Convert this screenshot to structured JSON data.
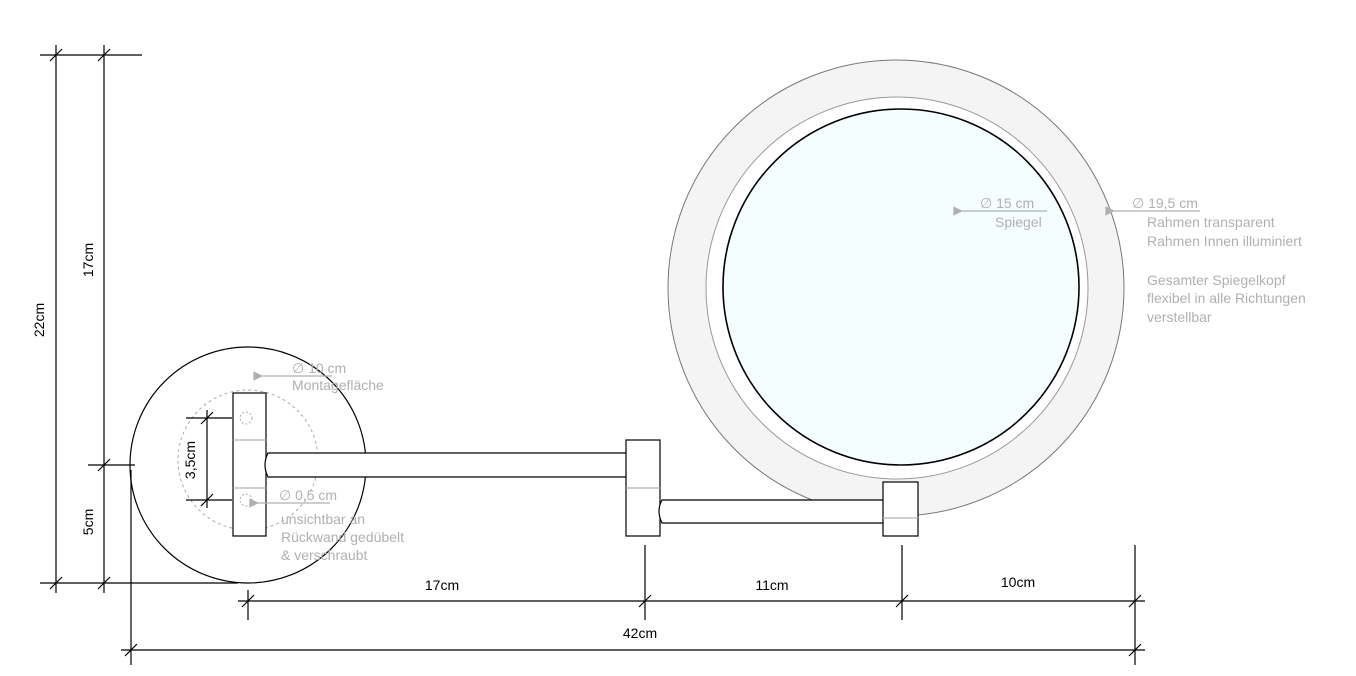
{
  "dimensions": {
    "total_height": "22cm",
    "upper_height": "17cm",
    "lower_height": "5cm",
    "hole_spacing": "3,5cm",
    "arm1_length": "17cm",
    "arm2_length": "11cm",
    "mirror_radius_offset": "10cm",
    "total_width": "42cm"
  },
  "annotations": {
    "mount_diameter": "∅ 10 cm",
    "mount_label": "Montagefläche",
    "hole_diameter": "∅ 0,5 cm",
    "hole_note": [
      "unsichtbar an",
      "Rückwand gedübelt",
      "& verschraubt"
    ],
    "mirror_diameter": "∅ 15 cm",
    "mirror_label": "Spiegel",
    "frame_diameter": "∅ 19,5 cm",
    "frame_notes": [
      "Rahmen transparent",
      "Rahmen Innen illuminiert"
    ],
    "head_notes": [
      "Gesamter Spiegelkopf",
      "flexibel in alle Richtungen",
      "verstellbar"
    ]
  },
  "colors": {
    "mirror": "#f5feff",
    "frame": "#f4f4f4",
    "annotation": "#b0b0b0"
  }
}
